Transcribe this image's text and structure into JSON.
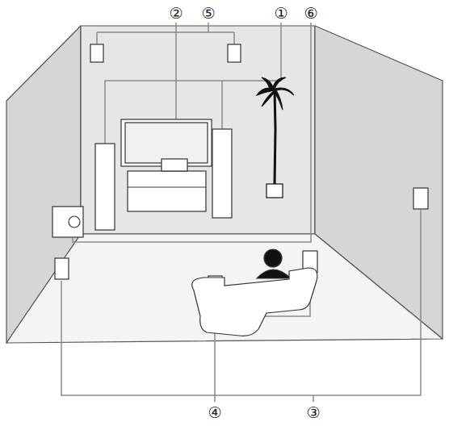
{
  "diagram": {
    "labels": [
      "②",
      "⑤",
      "①",
      "⑥",
      "④",
      "③"
    ]
  }
}
